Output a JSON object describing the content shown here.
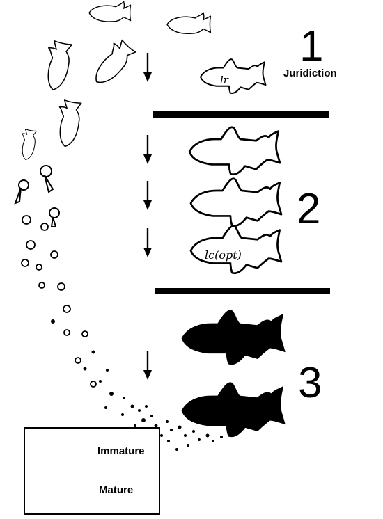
{
  "zones": [
    {
      "number": "1",
      "label": "Juridiction"
    },
    {
      "number": "2",
      "label": ""
    },
    {
      "number": "3",
      "label": ""
    }
  ],
  "fish_labels": {
    "lr": "lr",
    "lc_opt": "lc(opt)"
  },
  "legend": {
    "immature": "Immature",
    "mature": "Mature"
  },
  "colors": {
    "ink": "#000000",
    "background": "#ffffff"
  }
}
